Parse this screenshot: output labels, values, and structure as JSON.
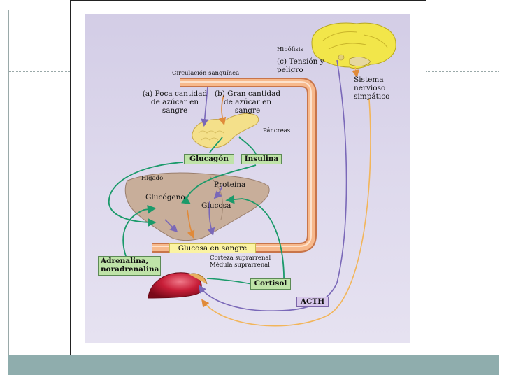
{
  "diagram": {
    "labels": {
      "hipofisis": "Hipófisis",
      "tension": "(c) Tensión y\npeligro",
      "sistema": "Sistema\nnervioso\nsimpático",
      "circulacion": "Circulación sanguínea",
      "poca": "(a) Poca cantidad\nde azúcar en\nsangre",
      "gran": "(b) Gran cantidad\nde azúcar en\nsangre",
      "pancreas": "Páncreas",
      "higado": "Hígado",
      "glucogeno": "Glucógeno",
      "proteina": "Proteína",
      "glucosa": "Glucosa",
      "corteza": "Corteza suprarrenal\nMédula suprarrenal"
    },
    "boxes": {
      "glucagon": "Glucagón",
      "insulina": "Insulina",
      "glucosa_sangre": "Glucosa en sangre",
      "adrenalina": "Adrenalina,\nnoradrenalina",
      "cortisol": "Cortisol",
      "acth": "ACTH"
    },
    "colors": {
      "vessel": "#f0a87a",
      "vessel_edge": "#c8754a",
      "green_arrow": "#1a9a6a",
      "purple_arrow": "#7a68b8",
      "orange_arrow": "#f2b55a",
      "liver": "#c8ae9a",
      "pancreas": "#f4e08a",
      "adrenal": "#c81e38",
      "brain": "#f2e64a"
    }
  }
}
